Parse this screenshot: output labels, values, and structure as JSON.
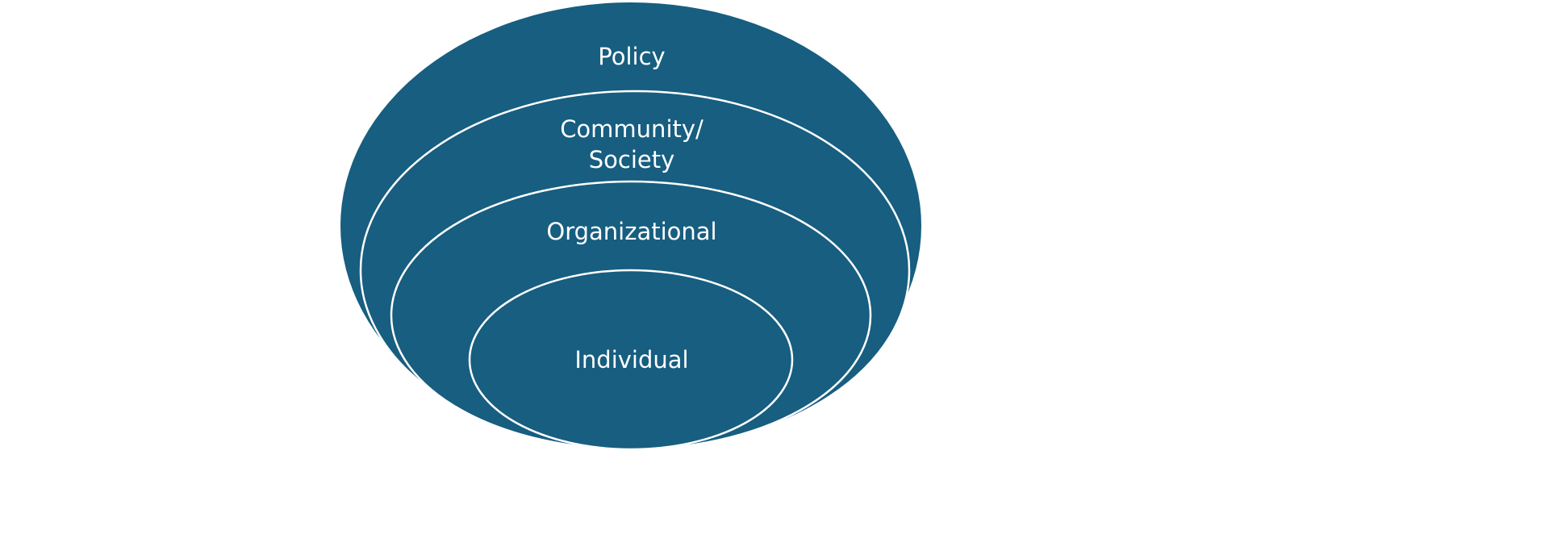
{
  "diagram": {
    "type": "nested-ellipses",
    "fill_color": "#175e80",
    "stroke_color": "#ffffff",
    "levels": [
      {
        "label_lines": [
          "Policy"
        ]
      },
      {
        "label_lines": [
          "Community/",
          "Society"
        ]
      },
      {
        "label_lines": [
          "Organizational"
        ]
      },
      {
        "label_lines": [
          "Individual"
        ]
      }
    ]
  }
}
